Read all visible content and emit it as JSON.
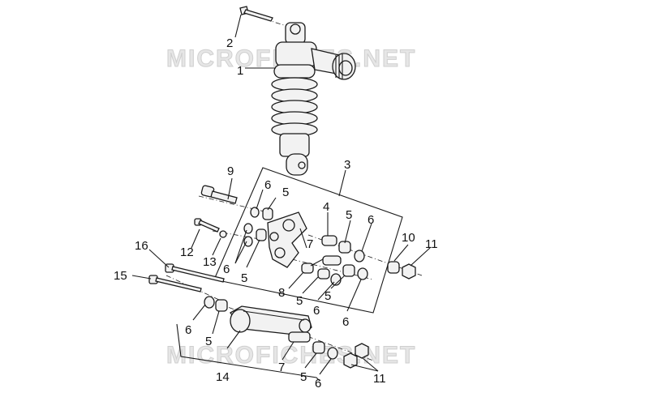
{
  "watermark": {
    "top_text": "MICROFICHES.NET",
    "bottom_text": "MICROFICHES.NET"
  },
  "callouts": [
    {
      "id": "c1",
      "text": "1"
    },
    {
      "id": "c2",
      "text": "2"
    },
    {
      "id": "c3",
      "text": "3"
    },
    {
      "id": "c4",
      "text": "4"
    },
    {
      "id": "c5a",
      "text": "5"
    },
    {
      "id": "c5b",
      "text": "5"
    },
    {
      "id": "c5c",
      "text": "5"
    },
    {
      "id": "c5d",
      "text": "5"
    },
    {
      "id": "c5e",
      "text": "5"
    },
    {
      "id": "c5f",
      "text": "5"
    },
    {
      "id": "c5g",
      "text": "5"
    },
    {
      "id": "c6a",
      "text": "6"
    },
    {
      "id": "c6b",
      "text": "6"
    },
    {
      "id": "c6c",
      "text": "6"
    },
    {
      "id": "c6d",
      "text": "6"
    },
    {
      "id": "c6e",
      "text": "6"
    },
    {
      "id": "c6f",
      "text": "6"
    },
    {
      "id": "c6g",
      "text": "6"
    },
    {
      "id": "c7a",
      "text": "7"
    },
    {
      "id": "c7b",
      "text": "7"
    },
    {
      "id": "c8",
      "text": "8"
    },
    {
      "id": "c9",
      "text": "9"
    },
    {
      "id": "c10",
      "text": "10"
    },
    {
      "id": "c11a",
      "text": "11"
    },
    {
      "id": "c11b",
      "text": "11"
    },
    {
      "id": "c12",
      "text": "12"
    },
    {
      "id": "c13",
      "text": "13"
    },
    {
      "id": "c14",
      "text": "14"
    },
    {
      "id": "c15",
      "text": "15"
    },
    {
      "id": "c16",
      "text": "16"
    }
  ]
}
